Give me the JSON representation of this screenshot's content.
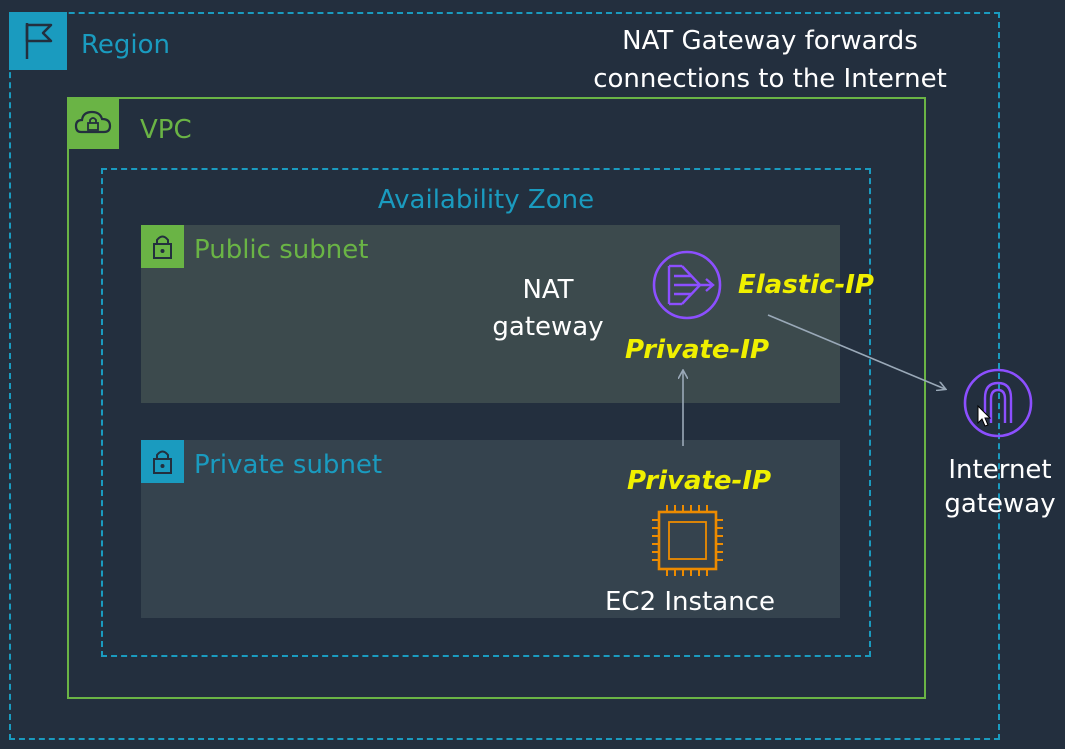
{
  "region": {
    "label": "Region"
  },
  "caption": {
    "line1": "NAT Gateway forwards",
    "line2": "connections to the Internet"
  },
  "vpc": {
    "label": "VPC"
  },
  "availability_zone": {
    "label": "Availability Zone"
  },
  "public_subnet": {
    "label": "Public subnet",
    "nat_gateway": {
      "line1": "NAT",
      "line2": "gateway",
      "elastic_ip": "Elastic-IP",
      "private_ip": "Private-IP"
    }
  },
  "private_subnet": {
    "label": "Private subnet",
    "ec2": {
      "label": "EC2 Instance",
      "private_ip": "Private-IP"
    }
  },
  "internet_gateway": {
    "line1": "Internet",
    "line2": "gateway"
  },
  "colors": {
    "background": "#232f3e",
    "region_blue": "#1a9bbf",
    "vpc_green": "#6ab445",
    "nat_purple": "#8c4fff",
    "ec2_orange": "#ed8b00",
    "ip_yellow": "#f0f000",
    "arrow": "#9aa9b8"
  },
  "icons": {
    "region": "flag-icon",
    "vpc": "cloud-lock-icon",
    "public_subnet": "lock-icon",
    "private_subnet": "lock-icon",
    "nat_gateway": "nat-gateway-icon",
    "ec2": "chip-icon",
    "internet_gateway": "internet-gateway-icon"
  }
}
